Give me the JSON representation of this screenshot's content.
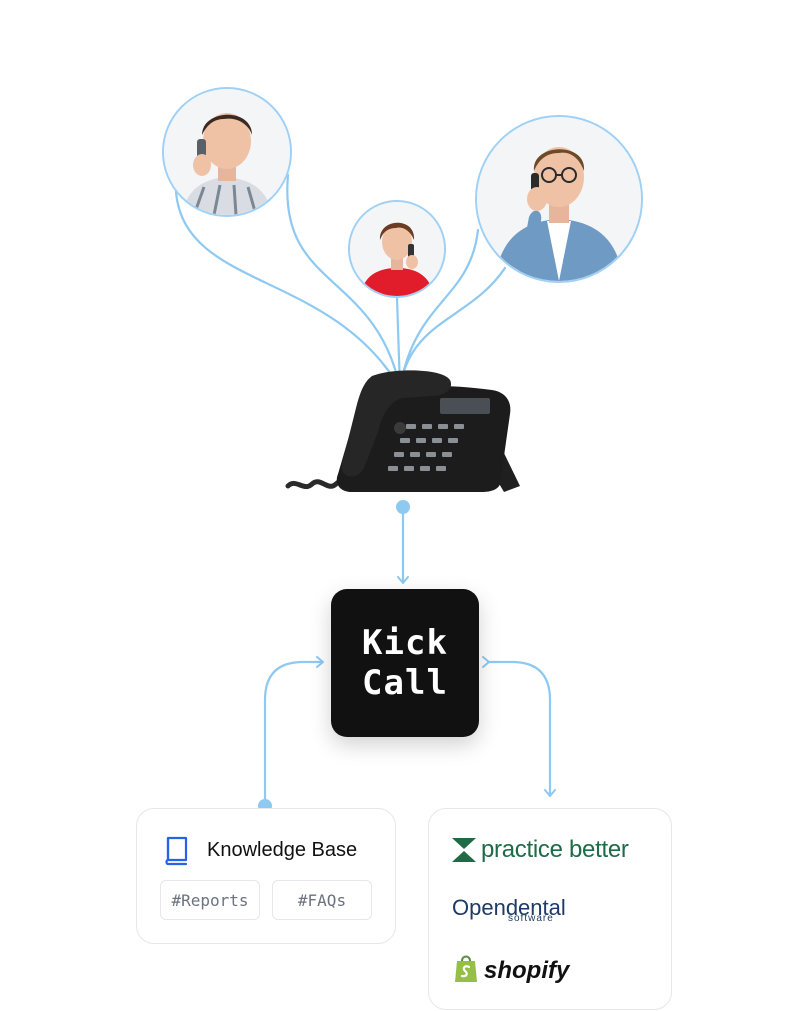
{
  "callers": [
    {
      "name": "caller-man-left",
      "shirt": "#e5e7eb"
    },
    {
      "name": "caller-woman-center",
      "shirt": "#e11d2b"
    },
    {
      "name": "caller-man-right",
      "shirt": "#5b86b3"
    }
  ],
  "hub": {
    "line1": "Kick",
    "line2": "Call"
  },
  "knowledge_base": {
    "title": "Knowledge Base",
    "tags": [
      "#Reports",
      "#FAQs"
    ]
  },
  "integrations": {
    "practice_better": "practice better",
    "opendental": "Opendental",
    "opendental_sub": "software",
    "shopify": "shopify"
  },
  "colors": {
    "connector": "#8ec9f2",
    "hub": "#111111",
    "card_border": "#e5e7eb"
  }
}
